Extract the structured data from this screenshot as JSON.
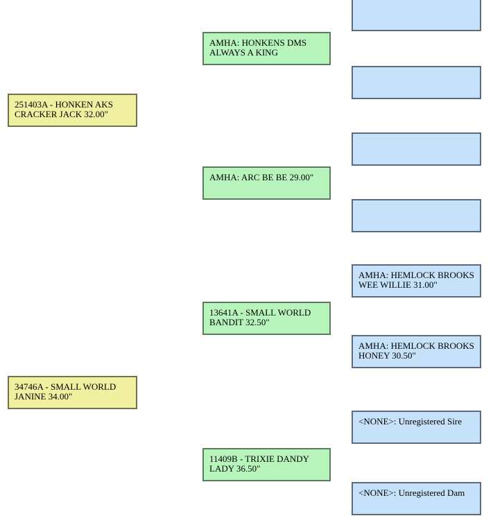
{
  "colors": {
    "gen1_fill": "#F0F0A0",
    "gen1_border": "#70714B",
    "gen2_fill": "#B8F5BC",
    "gen2_border": "#5C7A5E",
    "gen3_fill": "#C6E1FA",
    "gen3_border": "#5C6B80",
    "text": "#000000",
    "background": "#FFFFFF"
  },
  "pedigree": {
    "boxes": [
      {
        "generation": 1,
        "label": "251403A - HONKEN AKS CRACKER JACK 32.00\""
      },
      {
        "generation": 1,
        "label": "34746A - SMALL WORLD JANINE 34.00\""
      },
      {
        "generation": 2,
        "label": "AMHA: HONKENS DMS ALWAYS A KING"
      },
      {
        "generation": 2,
        "label": "AMHA: ARC BE BE 29.00\""
      },
      {
        "generation": 2,
        "label": "13641A - SMALL WORLD BANDIT 32.50\""
      },
      {
        "generation": 2,
        "label": "11409B - TRIXIE DANDY LADY 36.50\""
      },
      {
        "generation": 3,
        "label": ""
      },
      {
        "generation": 3,
        "label": ""
      },
      {
        "generation": 3,
        "label": ""
      },
      {
        "generation": 3,
        "label": ""
      },
      {
        "generation": 3,
        "label": "AMHA: HEMLOCK BROOKS WEE WILLIE 31.00\""
      },
      {
        "generation": 3,
        "label": "AMHA: HEMLOCK BROOKS HONEY 30.50\""
      },
      {
        "generation": 3,
        "label": "<NONE>: Unregistered Sire"
      },
      {
        "generation": 3,
        "label": "<NONE>: Unregistered Dam"
      }
    ]
  }
}
